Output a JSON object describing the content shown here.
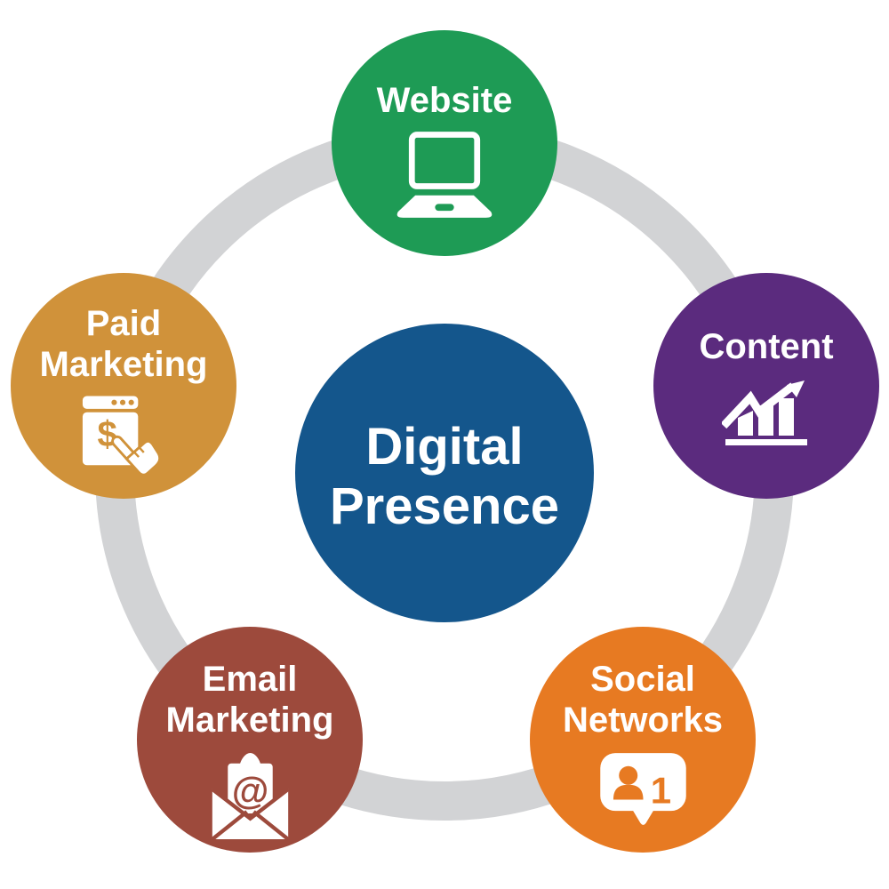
{
  "diagram": {
    "background_color": "#FFFFFF",
    "ring_color": "#D2D3D5",
    "text_color": "#FFFFFF",
    "center": {
      "label": "Digital Presence",
      "color": "#14568C"
    },
    "nodes": [
      {
        "id": "website",
        "label": "Website",
        "color": "#1E9B55",
        "icon": "laptop-icon"
      },
      {
        "id": "content",
        "label": "Content",
        "color": "#5B2B7E",
        "icon": "growth-chart-icon"
      },
      {
        "id": "social-networks",
        "label": "Social Networks",
        "color": "#E77A22",
        "icon": "notification-badge-icon",
        "badge_text": "1"
      },
      {
        "id": "email-marketing",
        "label": "Email Marketing",
        "color": "#9D4A3C",
        "icon": "open-envelope-icon",
        "symbol": "@"
      },
      {
        "id": "paid-marketing",
        "label": "Paid Marketing",
        "color": "#D0923A",
        "icon": "pay-per-click-icon",
        "symbol": "$"
      }
    ]
  }
}
